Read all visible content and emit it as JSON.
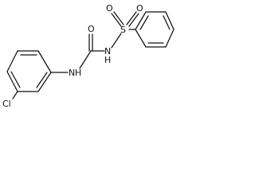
{
  "molecule": {
    "atom_labels": {
      "oxygen_carbonyl": "O",
      "oxygen_sulfonyl_1": "O",
      "oxygen_sulfonyl_2": "O",
      "sulfur": "S",
      "nitrogen_sulfonamide": "N",
      "hydrogen_sulfonamide": "H",
      "nitrogen_aryl": "N",
      "hydrogen_aryl": "H",
      "chlorine": "Cl"
    },
    "colors": {
      "bond": "#111111",
      "label": "#111111",
      "background": "#ffffff"
    }
  }
}
